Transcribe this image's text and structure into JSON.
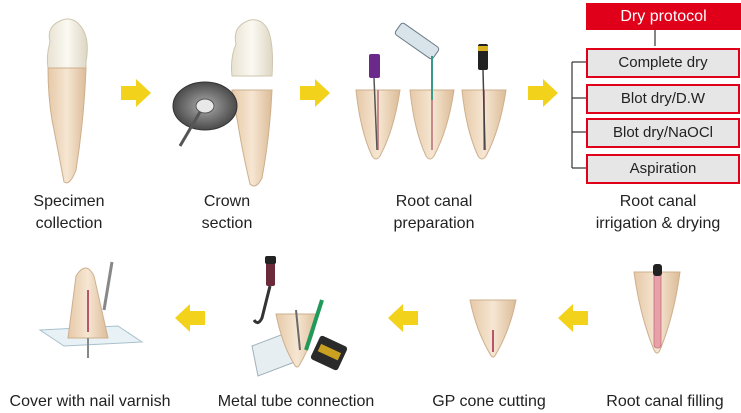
{
  "steps": {
    "s1": {
      "line1": "Specimen",
      "line2": "collection"
    },
    "s2": {
      "line1": "Crown",
      "line2": "section"
    },
    "s3": {
      "line1": "Root canal",
      "line2": "preparation"
    },
    "s4": {
      "line1": "Root canal",
      "line2": "irrigation & drying"
    },
    "s5": {
      "label": "Root canal filling"
    },
    "s6": {
      "label": "GP cone cutting"
    },
    "s7": {
      "label": "Metal tube connection"
    },
    "s8": {
      "label": "Cover with nail varnish"
    }
  },
  "protocol": {
    "title": "Dry protocol",
    "options": [
      "Complete dry",
      "Blot dry/D.W",
      "Blot dry/NaOCl",
      "Aspiration"
    ]
  },
  "colors": {
    "arrow": "#f2d21b",
    "protocol_red": "#e0001a",
    "protocol_box_fill": "#e6e6e6",
    "tooth_root": "#f1dcc4",
    "tooth_crown": "#f7f3e8",
    "canal": "#b5566a"
  }
}
